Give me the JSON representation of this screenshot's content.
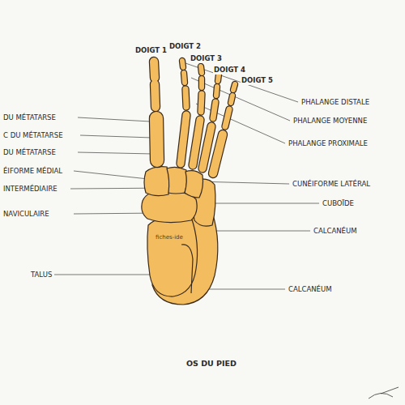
{
  "diagram": {
    "caption": "OS DU PIED",
    "labels": [
      "DOIGT 1",
      "DOIGT 2",
      "DOIGT 3",
      "DOIGT 4",
      "DOIGT 5",
      "PHALANGE DISTALE",
      "PHALANGE MOYENNE",
      "PHALANGE PROXIMALE",
      "DU MÉTATARSE",
      "C DU MÉTATARSE",
      "DU MÉTATARSE",
      "ÉIFORME MÉDIAL",
      "INTERMÉDIAIRE",
      "NAVICULAIRE",
      "CUNÉIFORME LATÉRAL",
      "CUBOÏDE",
      "CALCANÉUM",
      "TALUS",
      "CALCANÉUM",
      "fiches-ide"
    ]
  }
}
